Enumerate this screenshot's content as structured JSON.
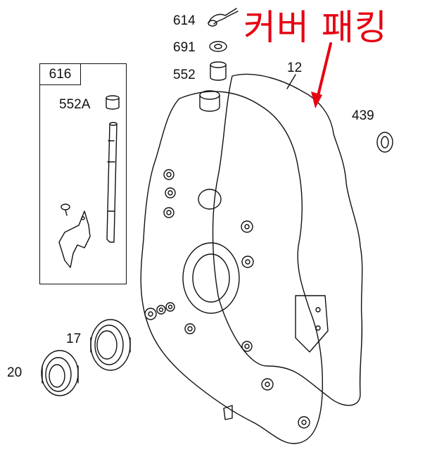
{
  "title": "커버 패킹",
  "accent_color": "#e60012",
  "line_color": "#111111",
  "kit": {
    "label": "616"
  },
  "parts": {
    "p614": "614",
    "p691": "691",
    "p552": "552",
    "p552a": "552A",
    "p12": "12",
    "p439": "439",
    "p17": "17",
    "p20": "20"
  }
}
